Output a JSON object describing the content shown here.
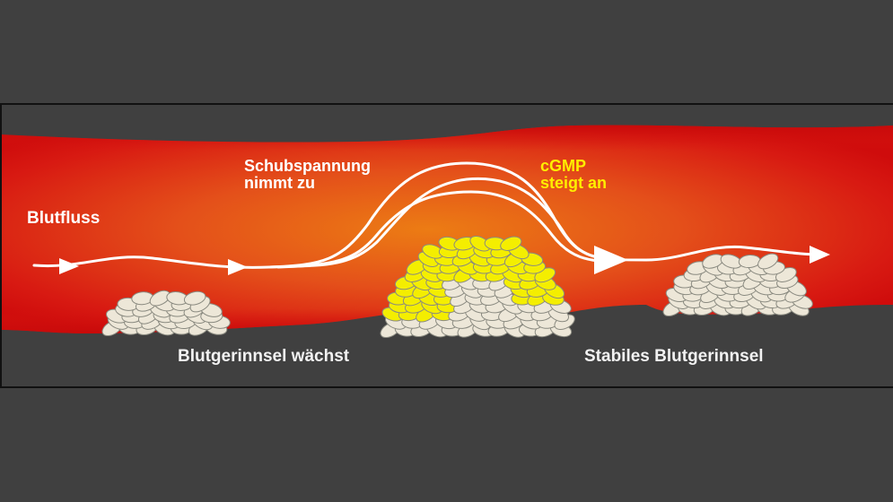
{
  "labels": {
    "blood_flow": "Blutfluss",
    "shear_line1": "Schubspannung",
    "shear_line2": "nimmt zu",
    "cgmp_line1": "cGMP",
    "cgmp_line2": "steigt an",
    "clot_growing": "Blutgerinnsel wächst",
    "clot_stable": "Stabiles Blutgerinnsel"
  },
  "colors": {
    "background": "#404040",
    "vessel_outer": "#d40f0f",
    "vessel_inner": "#ea6a12",
    "platelet": "#ede7d8",
    "platelet_active": "#f4ee00",
    "cgmp_text": "#ffee00",
    "text": "#ffffff"
  },
  "icons": [
    "flow-arrow-icon"
  ]
}
